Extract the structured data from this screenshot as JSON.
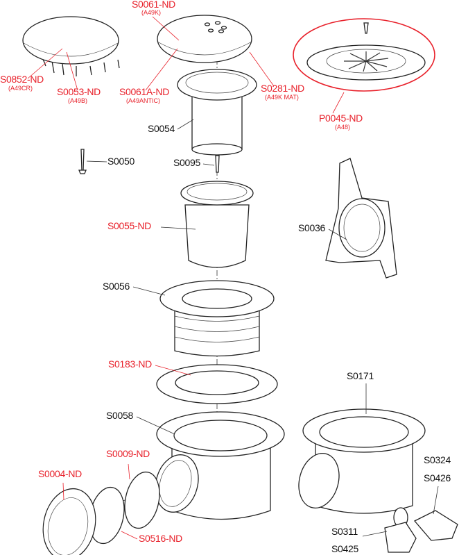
{
  "colors": {
    "accent_red": "#e8202a",
    "text": "#111111"
  },
  "parts": {
    "s0061nd": {
      "code": "S0061-ND",
      "ref": "(A49K)"
    },
    "s0852nd": {
      "code": "S0852-ND",
      "ref": "(A49CR)"
    },
    "s0053nd": {
      "code": "S0053-ND",
      "ref": "(A49B)"
    },
    "s0061and": {
      "code": "S0061A-ND",
      "ref": "(A49ANTIC)"
    },
    "s0281nd": {
      "code": "S0281-ND",
      "ref": "(A49K MAT)"
    },
    "p0045nd": {
      "code": "P0045-ND",
      "ref": "(A48)"
    },
    "s0054": {
      "code": "S0054"
    },
    "s0050": {
      "code": "S0050"
    },
    "s0095": {
      "code": "S0095"
    },
    "s0055nd": {
      "code": "S0055-ND"
    },
    "s0036": {
      "code": "S0036"
    },
    "s0056": {
      "code": "S0056"
    },
    "s0183nd": {
      "code": "S0183-ND"
    },
    "s0171": {
      "code": "S0171"
    },
    "s0058": {
      "code": "S0058"
    },
    "s0009nd": {
      "code": "S0009-ND"
    },
    "s0004nd": {
      "code": "S0004-ND"
    },
    "s0324": {
      "code": "S0324"
    },
    "s0426": {
      "code": "S0426"
    },
    "s0516nd": {
      "code": "S0516-ND"
    },
    "s0311": {
      "code": "S0311"
    },
    "s0425": {
      "code": "S0425"
    }
  }
}
